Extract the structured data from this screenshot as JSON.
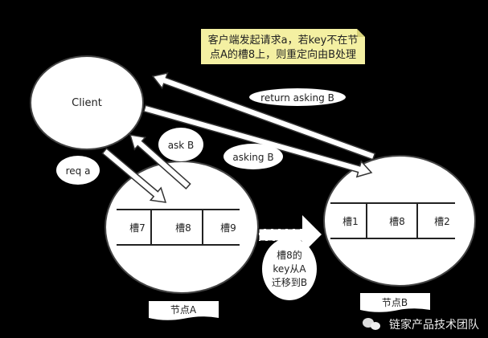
{
  "note": {
    "line1": "客户端发起请求a，若key不在节",
    "line2": "点A的槽8上，则重定向由B处理"
  },
  "client": {
    "label": "Client"
  },
  "labels": {
    "return_asking": "return asking B",
    "ask": "ask B",
    "asking": "asking B",
    "req": "req a",
    "migrate_line1": "槽8的",
    "migrate_line2": "key从A",
    "migrate_line3": "迁移到B"
  },
  "node_a": {
    "label": "节点A",
    "slots": [
      "槽7",
      "槽8",
      "槽9"
    ]
  },
  "node_b": {
    "label": "节点B",
    "slots": [
      "槽1",
      "槽8",
      "槽2"
    ]
  },
  "watermark": "链家产品技术团队",
  "colors": {
    "background": "#000000",
    "note": "#f4f0a2",
    "shape": "#ffffff"
  }
}
